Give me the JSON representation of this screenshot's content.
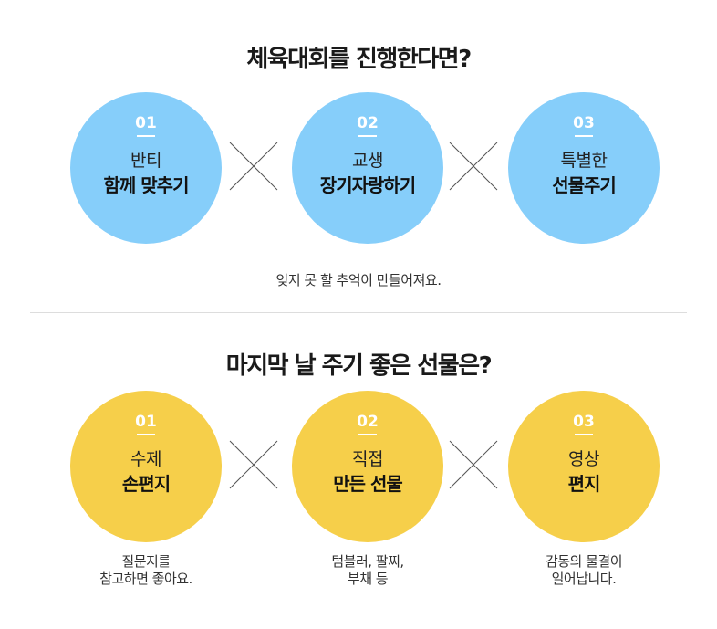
{
  "section1": {
    "title": "체육대회를 진행한다면?",
    "items": [
      {
        "number": "01",
        "line1": "반티",
        "line2": "함께 맞추기"
      },
      {
        "number": "02",
        "line1": "교생",
        "line2": "장기자랑하기"
      },
      {
        "number": "03",
        "line1": "특별한",
        "line2": "선물주기"
      }
    ],
    "subtitle": "잊지 못 할 추억이 만들어져요.",
    "circle_color": "#86cefa"
  },
  "section2": {
    "title": "마지막 날 주기 좋은 선물은?",
    "items": [
      {
        "number": "01",
        "line1": "수제",
        "line2": "손편지",
        "note_line1": "질문지를",
        "note_line2": "참고하면 좋아요."
      },
      {
        "number": "02",
        "line1": "직접",
        "line2": "만든 선물",
        "note_line1": "텀블러, 팔찌,",
        "note_line2": "부채 등"
      },
      {
        "number": "03",
        "line1": "영상",
        "line2": "편지",
        "note_line1": "감동의 물결이",
        "note_line2": "일어납니다."
      }
    ],
    "circle_color": "#f6cf4a"
  }
}
